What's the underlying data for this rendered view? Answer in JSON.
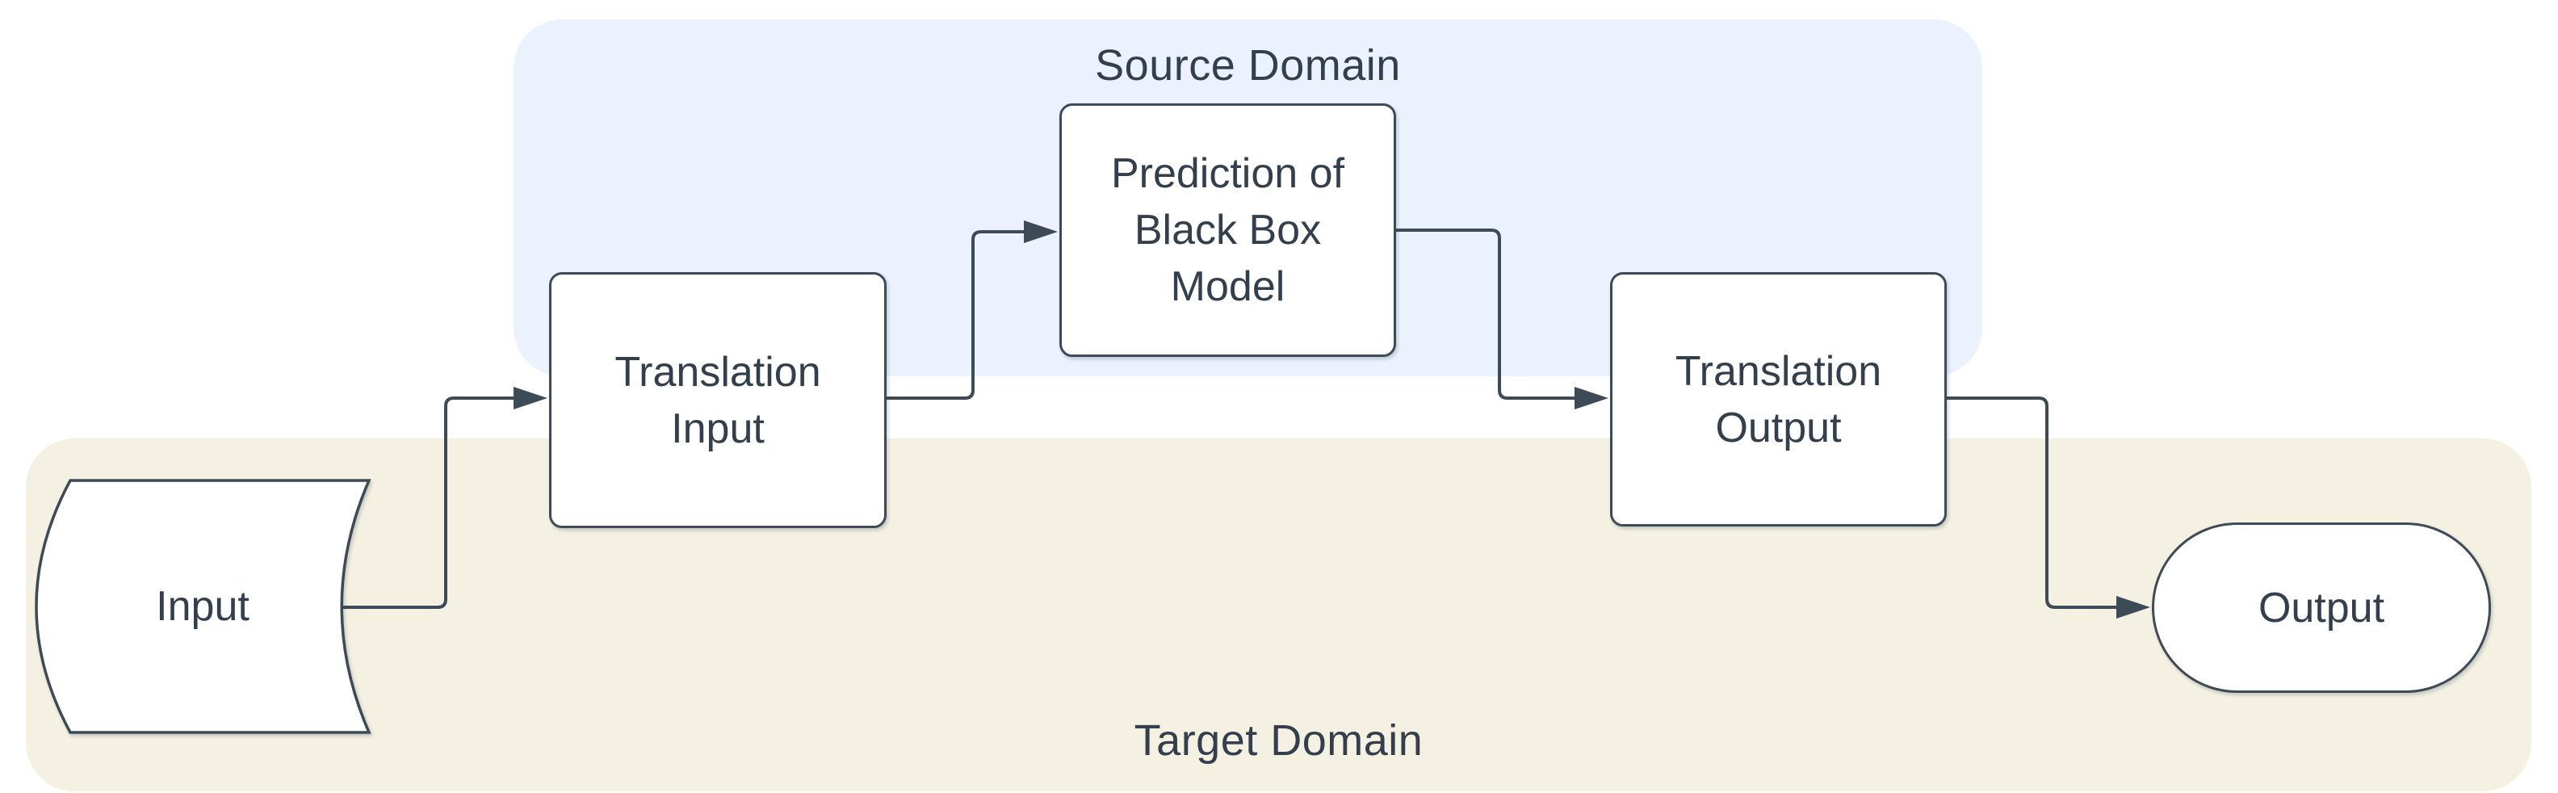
{
  "diagram_title": "",
  "containers": {
    "source": {
      "label": "Source Domain",
      "fill": "#EBF2FD"
    },
    "target": {
      "label": "Target Domain",
      "fill": "#F5F1E2"
    }
  },
  "nodes": {
    "input": {
      "label": "Input",
      "shape": "stored-data"
    },
    "translation_input": {
      "label": "Translation\nInput",
      "shape": "rounded-rectangle"
    },
    "prediction": {
      "label": "Prediction of\nBlack Box\nModel",
      "shape": "rounded-rectangle"
    },
    "translation_output": {
      "label": "Translation\nOutput",
      "shape": "rounded-rectangle"
    },
    "output": {
      "label": "Output",
      "shape": "terminator"
    }
  },
  "edges": [
    {
      "from": "input",
      "to": "translation_input",
      "style": "elbow-arrow"
    },
    {
      "from": "translation_input",
      "to": "prediction",
      "style": "elbow-arrow"
    },
    {
      "from": "prediction",
      "to": "translation_output",
      "style": "elbow-arrow"
    },
    {
      "from": "translation_output",
      "to": "output",
      "style": "elbow-arrow"
    }
  ],
  "colors": {
    "node_fill": "#FFFFFF",
    "stroke": "#3D4A57",
    "text": "#333F4D",
    "source_domain_fill": "#EBF2FD",
    "target_domain_fill": "#F5F1E2",
    "background": "#FFFFFF"
  }
}
